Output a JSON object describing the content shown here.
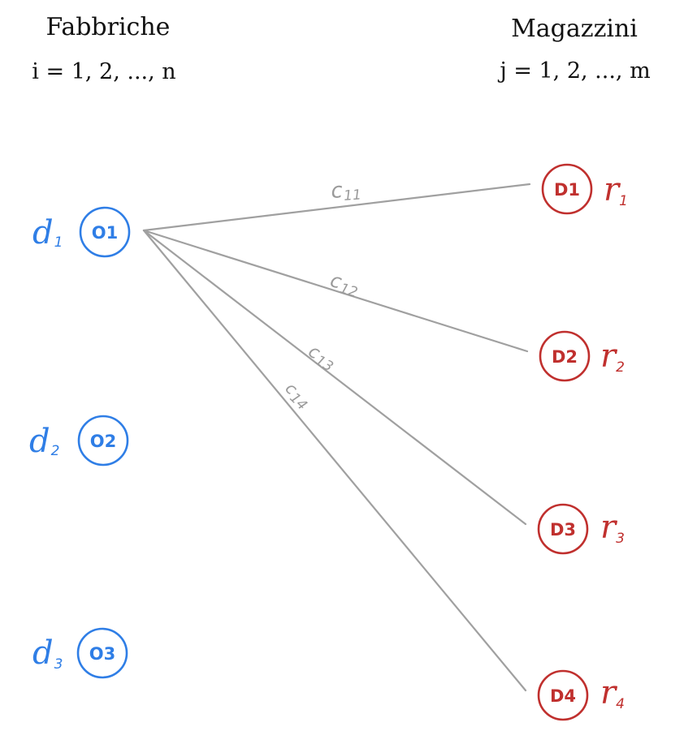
{
  "colors": {
    "origin": "#2f7ee6",
    "destination": "#c0302e",
    "edge": "#a0a0a0",
    "text": "#111111"
  },
  "left_column": {
    "title": "Fabbriche",
    "index_range": "i = 1, 2, ..., n"
  },
  "right_column": {
    "title": "Magazzini",
    "index_range": "j = 1, 2, ..., m"
  },
  "origins": [
    {
      "label": "O1",
      "supply_symbol": "d",
      "supply_index": "1"
    },
    {
      "label": "O2",
      "supply_symbol": "d",
      "supply_index": "2"
    },
    {
      "label": "O3",
      "supply_symbol": "d",
      "supply_index": "3"
    }
  ],
  "destinations": [
    {
      "label": "D1",
      "demand_symbol": "r",
      "demand_index": "1"
    },
    {
      "label": "D2",
      "demand_symbol": "r",
      "demand_index": "2"
    },
    {
      "label": "D3",
      "demand_symbol": "r",
      "demand_index": "3"
    },
    {
      "label": "D4",
      "demand_symbol": "r",
      "demand_index": "4"
    }
  ],
  "edges": [
    {
      "from": "O1",
      "to": "D1",
      "cost_symbol": "c",
      "cost_index": "11"
    },
    {
      "from": "O1",
      "to": "D2",
      "cost_symbol": "c",
      "cost_index": "12"
    },
    {
      "from": "O1",
      "to": "D3",
      "cost_symbol": "c",
      "cost_index": "13"
    },
    {
      "from": "O1",
      "to": "D4",
      "cost_symbol": "c",
      "cost_index": "14"
    }
  ]
}
